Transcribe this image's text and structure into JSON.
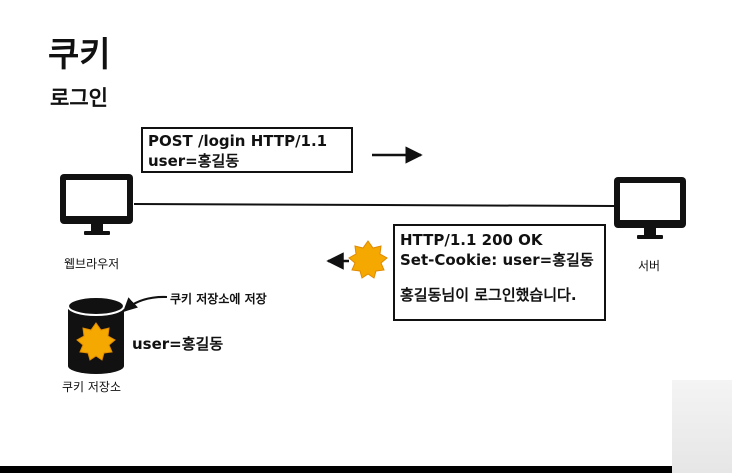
{
  "header": {
    "title": "쿠키",
    "subtitle": "로그인"
  },
  "request": {
    "line1": "POST /login HTTP/1.1",
    "line2": "user=홍길동"
  },
  "response": {
    "line1": "HTTP/1.1 200 OK",
    "line2": "Set-Cookie: user=홍길동",
    "line3": "홍길동님이 로그인했습니다."
  },
  "nodes": {
    "browser_label": "웹브라우저",
    "server_label": "서버"
  },
  "cookie_store": {
    "label": "쿠키 저장소",
    "annotation": "쿠키 저장소에 저장",
    "value": "user=홍길동"
  },
  "colors": {
    "cookie": "#f5a800",
    "ink": "#111111",
    "background": "#ffffff"
  },
  "icons": [
    "monitor-icon",
    "cookie-icon",
    "arrow-right-icon",
    "arrow-left-icon",
    "database-icon",
    "curved-arrow-icon"
  ]
}
